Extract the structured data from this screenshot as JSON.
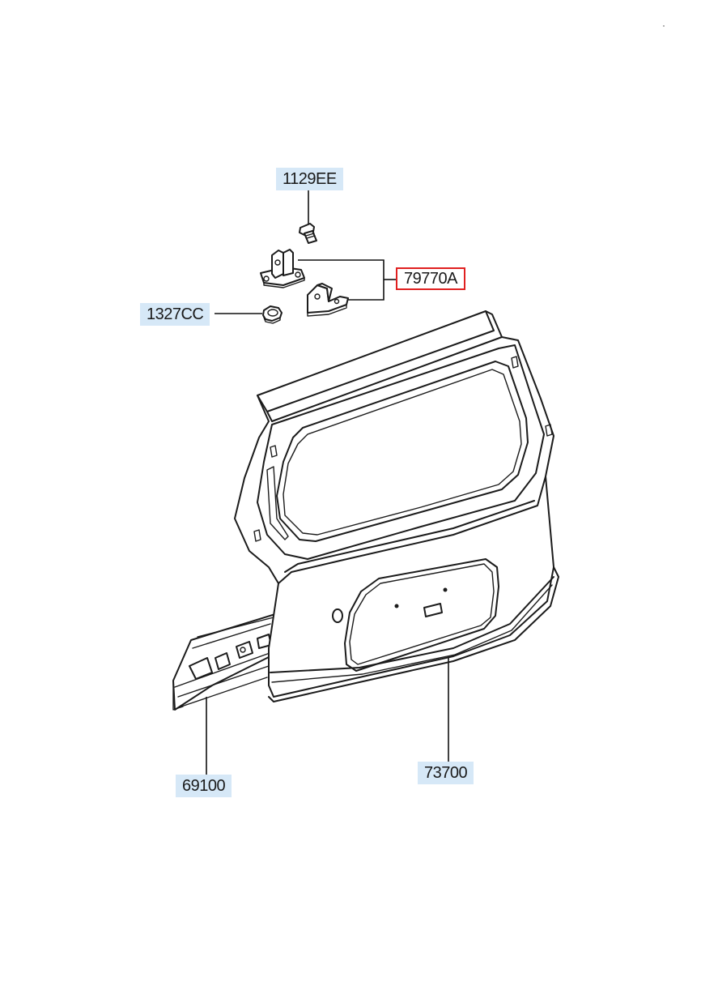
{
  "parts": [
    {
      "id": "bolt",
      "number": "1129EE",
      "highlighted": false
    },
    {
      "id": "hinge",
      "number": "79770A",
      "highlighted": true
    },
    {
      "id": "nut",
      "number": "1327CC",
      "highlighted": false
    },
    {
      "id": "tail-gate",
      "number": "73700",
      "highlighted": false
    },
    {
      "id": "rear-panel",
      "number": "69100",
      "highlighted": false
    }
  ],
  "colors": {
    "label_background": "#d6e8f7",
    "highlight_border": "#e02020",
    "line": "#1b1b1b"
  }
}
